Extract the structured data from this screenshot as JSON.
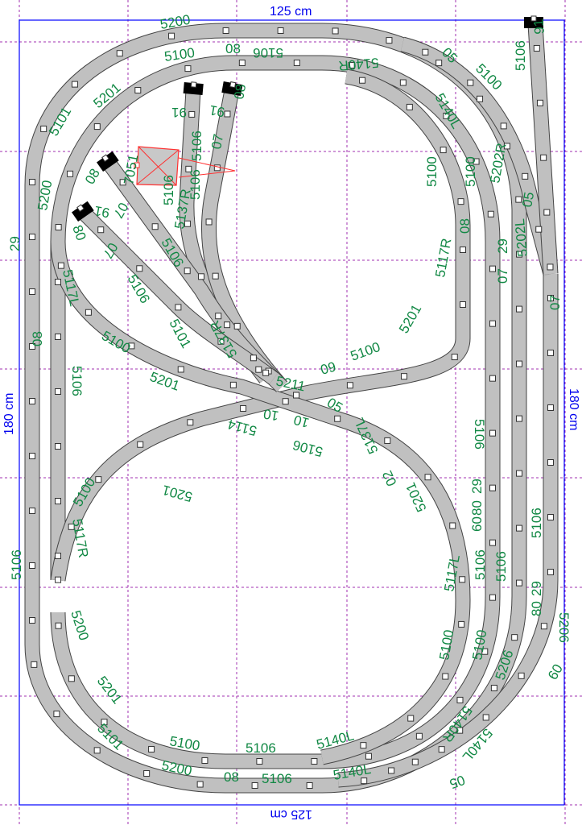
{
  "dimensions": {
    "width_top": "125 cm",
    "width_bottom": "125 cm",
    "height_left": "180 cm",
    "height_right": "180 cm"
  },
  "colors": {
    "track_fill": "#c0c0c0",
    "label": "#118844",
    "grid": "#a030b0",
    "border": "#0000ff",
    "building": "#ff4040",
    "buffer": "#000000"
  },
  "track_labels": [
    "5200",
    "5100",
    "08",
    "5106",
    "5140R",
    "05",
    "5100",
    "5140L",
    "5106",
    "5202R",
    "5100",
    "5100",
    "05",
    "5202L",
    "08",
    "29",
    "07",
    "5117R",
    "07",
    "5201",
    "5100",
    "09",
    "5211",
    "05",
    "5106",
    "5114",
    "10",
    "10",
    "5137L",
    "02",
    "5201",
    "5106",
    "29",
    "80",
    "60",
    "5117L",
    "5106",
    "5106",
    "5106",
    "29",
    "80",
    "5206",
    "60",
    "5100",
    "5100",
    "5206",
    "5140R",
    "5140L",
    "05",
    "5140L",
    "5140L",
    "5106",
    "5106",
    "08",
    "5200",
    "5100",
    "5101",
    "5201",
    "5200",
    "5117R",
    "5100",
    "5201",
    "5106",
    "08",
    "5106",
    "29",
    "5200",
    "5101",
    "5201",
    "5117L",
    "80",
    "07",
    "5100",
    "5201",
    "5106",
    "5101",
    "5137R",
    "5137R",
    "5106",
    "07",
    "08",
    "5106",
    "5106",
    "7051",
    "08",
    "07",
    "5106",
    "91",
    "91",
    "91",
    "91"
  ]
}
